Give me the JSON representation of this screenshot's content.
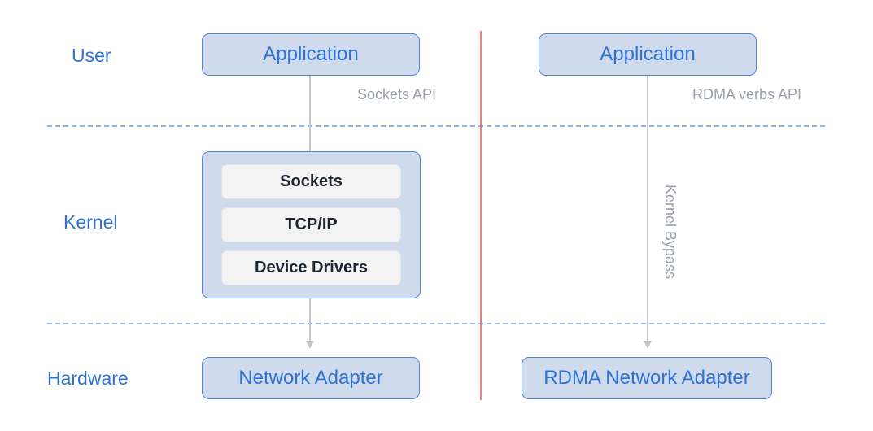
{
  "layers": {
    "user": "User",
    "kernel": "Kernel",
    "hardware": "Hardware"
  },
  "left_stack": {
    "application": "Application",
    "api_label": "Sockets API",
    "kernel_components": [
      "Sockets",
      "TCP/IP",
      "Device Drivers"
    ],
    "adapter": "Network Adapter"
  },
  "right_stack": {
    "application": "Application",
    "api_label": "RDMA verbs API",
    "bypass_label": "Kernel Bypass",
    "adapter": "RDMA Network Adapter"
  },
  "colors": {
    "box_fill": "#cfdbec",
    "box_border": "#4a86de",
    "accent_text": "#2f72d6",
    "dashed_line": "#4a86de",
    "divider": "#e9575c",
    "arrow": "#c4c7cc",
    "muted_text": "#9aa0a8"
  }
}
